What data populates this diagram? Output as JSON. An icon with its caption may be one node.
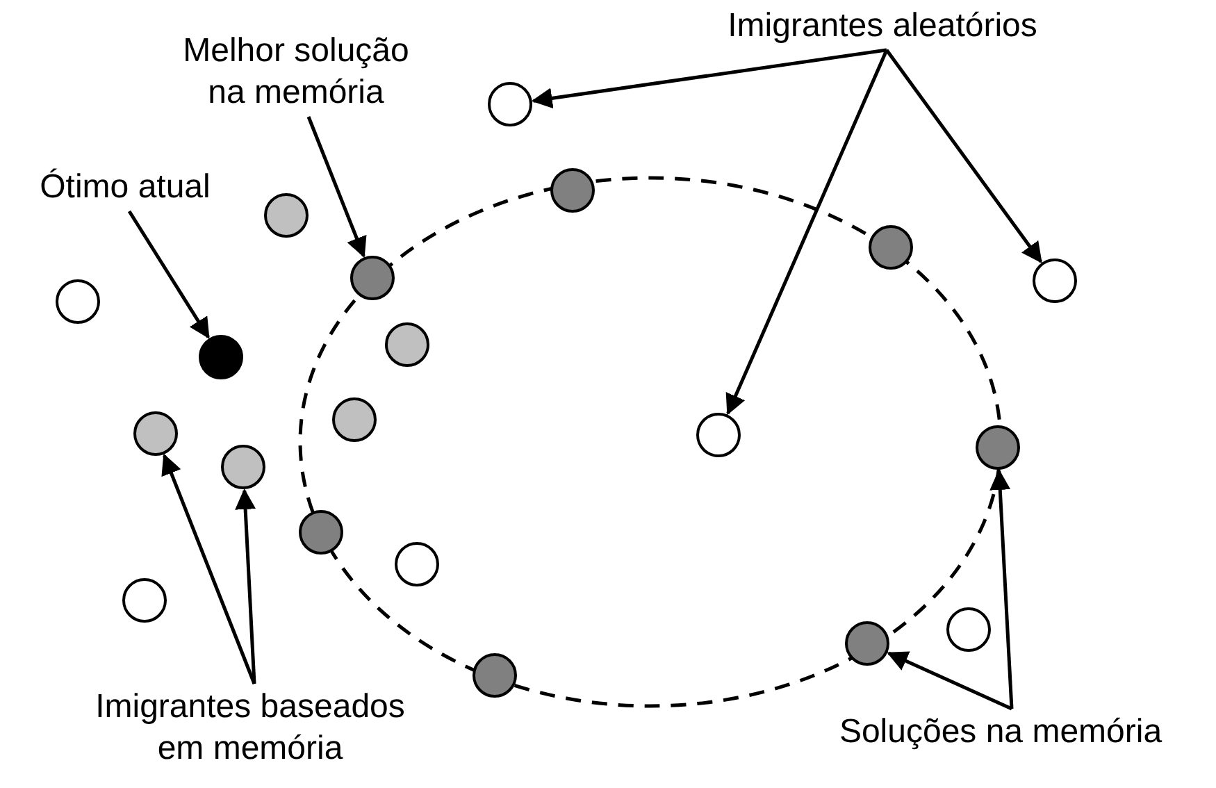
{
  "diagram": {
    "nodes": [
      {
        "text": [
          "Melhor solução na memória"
        ]
      },
      {
        "text": [
          "Ótimo atual"
        ]
      },
      {
        "text": [
          "Imigrantes aleatórios"
        ]
      },
      {
        "text": [
          "Imigrantes baseados em memória"
        ]
      },
      {
        "text": [
          "Soluções na memória"
        ]
      },
      {
        "text": [],
        "shape": "circle"
      },
      {
        "text": [],
        "shape": "circle"
      },
      {
        "text": [],
        "shape": "circle"
      },
      {
        "text": [],
        "shape": "circle"
      },
      {
        "text": [],
        "shape": "circle"
      },
      {
        "text": [],
        "shape": "circle"
      },
      {
        "text": [],
        "shape": "circle"
      },
      {
        "text": [],
        "shape": "circle"
      },
      {
        "text": [],
        "shape": "circle"
      },
      {
        "text": [],
        "shape": "circle"
      },
      {
        "text": [],
        "shape": "circle"
      },
      {
        "text": [],
        "shape": "circle"
      },
      {
        "text": [],
        "shape": "circle"
      },
      {
        "text": [],
        "shape": "circle"
      },
      {
        "text": [],
        "shape": "circle"
      },
      {
        "text": [],
        "shape": "circle"
      },
      {
        "text": [],
        "shape": "circle"
      },
      {
        "text": [],
        "shape": "circle"
      },
      {
        "text": [],
        "shape": "circle"
      },
      {
        "text": [],
        "shape": "circle"
      }
    ],
    "edges": [
      {
        "from": 0,
        "to": 9,
        "arrow": "to"
      },
      {
        "from": 1,
        "to": 13,
        "arrow": "to"
      },
      {
        "from": 2,
        "to": 5,
        "arrow": "to"
      },
      {
        "from": 2,
        "to": 16,
        "arrow": "to"
      },
      {
        "from": 2,
        "to": 10,
        "arrow": "to"
      },
      {
        "from": 3,
        "to": 15,
        "arrow": "to"
      },
      {
        "from": 3,
        "to": 18,
        "arrow": "to"
      },
      {
        "from": 4,
        "to": 23,
        "arrow": "to"
      },
      {
        "from": 4,
        "to": 17,
        "arrow": "to"
      }
    ]
  }
}
